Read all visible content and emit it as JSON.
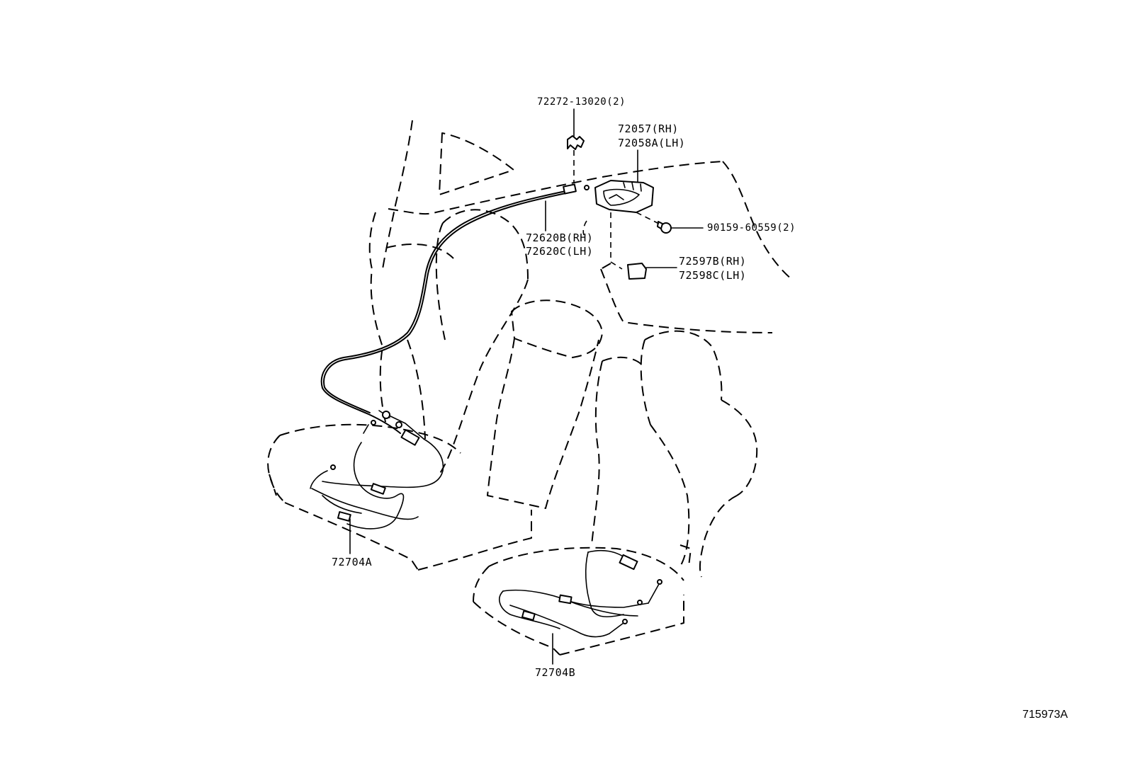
{
  "labels": {
    "retainer_clip": "72272-13020(2)",
    "handle_rh": "72057(RH)",
    "handle_lh": "72058A(LH)",
    "screw": "90159-60559(2)",
    "cable_rh": "72620B(RH)",
    "cable_lh": "72620C(LH)",
    "cover_rh": "72597B(RH)",
    "cover_lh": "72598C(LH)",
    "cable_a": "72704A",
    "cable_b": "72704B"
  },
  "diagram_id": "715973A",
  "colors": {
    "line": "#000000",
    "background": "#ffffff"
  }
}
